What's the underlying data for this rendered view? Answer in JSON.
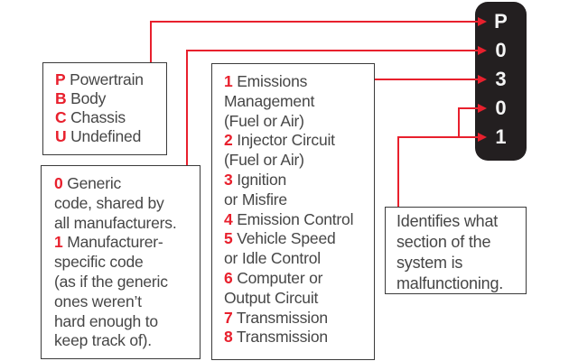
{
  "title": "OBD-II trouble code anatomy diagram",
  "colors": {
    "accent_red": "#e8202d",
    "badge_background": "#231f20",
    "badge_text": "#f5f5f5",
    "body_text": "#464646",
    "box_border": "#3b3b3b",
    "background": "#ffffff"
  },
  "badge": {
    "code": "P0301",
    "chars": [
      "P",
      "0",
      "3",
      "0",
      "1"
    ]
  },
  "boxes": {
    "code_type": {
      "lines": [
        {
          "em": "P",
          "t": " Powertrain"
        },
        {
          "em": "B",
          "t": " Body"
        },
        {
          "em": "C",
          "t": " Chassis"
        },
        {
          "em": "U",
          "t": " Undefined"
        }
      ]
    },
    "code_origin": {
      "lines": [
        {
          "em": "0",
          "t": " Generic"
        },
        {
          "em": "",
          "t": "code, shared by"
        },
        {
          "em": "",
          "t": "all manufacturers."
        },
        {
          "em": "1",
          "t": " Manufacturer-"
        },
        {
          "em": "",
          "t": "specific code"
        },
        {
          "em": "",
          "t": "(as if the generic"
        },
        {
          "em": "",
          "t": "ones weren’t"
        },
        {
          "em": "",
          "t": "hard enough to"
        },
        {
          "em": "",
          "t": "keep track of)."
        }
      ]
    },
    "system_section": {
      "lines": [
        {
          "em": "1",
          "t": " Emissions"
        },
        {
          "em": "",
          "t": "Management"
        },
        {
          "em": "",
          "t": "(Fuel or Air)"
        },
        {
          "em": "2",
          "t": " Injector Circuit"
        },
        {
          "em": "",
          "t": "(Fuel or Air)"
        },
        {
          "em": "3",
          "t": " Ignition"
        },
        {
          "em": "",
          "t": "or Misfire"
        },
        {
          "em": "4",
          "t": " Emission Control"
        },
        {
          "em": "5",
          "t": " Vehicle Speed"
        },
        {
          "em": "",
          "t": "or Idle Control"
        },
        {
          "em": "6",
          "t": " Computer or"
        },
        {
          "em": "",
          "t": "Output Circuit"
        },
        {
          "em": "7",
          "t": " Transmission"
        },
        {
          "em": "8",
          "t": " Transmission"
        }
      ]
    },
    "fault_note": {
      "lines": [
        {
          "em": "",
          "t": "Identifies what"
        },
        {
          "em": "",
          "t": "section of the"
        },
        {
          "em": "",
          "t": "system is"
        },
        {
          "em": "",
          "t": "malfunctioning."
        }
      ]
    }
  }
}
